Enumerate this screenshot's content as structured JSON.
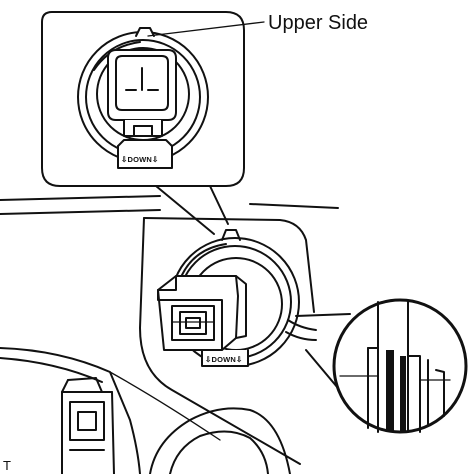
{
  "callout": {
    "upper_side": "Upper Side"
  },
  "markings": {
    "down_top": "⇩DOWN⇩",
    "down_bottom": "⇩DOWN⇩"
  },
  "figure_code": "T"
}
